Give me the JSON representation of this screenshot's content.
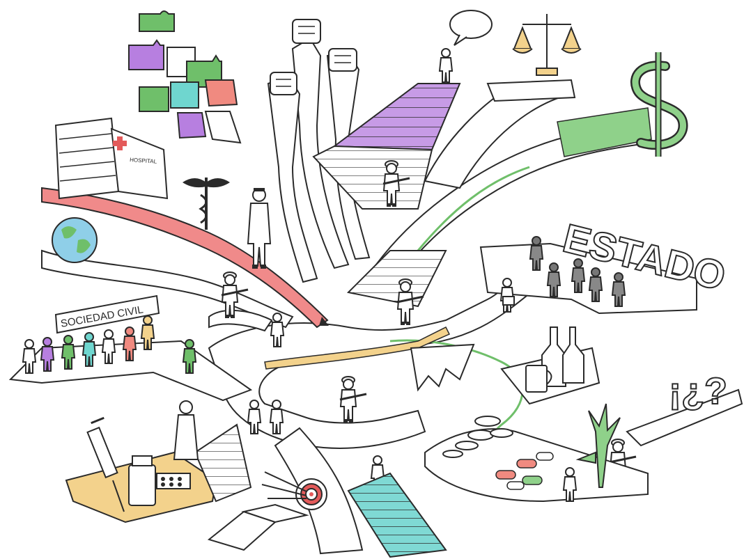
{
  "illustration": {
    "signs": {
      "civil_society": "SOCIEDAD CIVIL",
      "state": "ESTADO",
      "hospital": "HOSPITAL",
      "question_marks": "¡¿?"
    },
    "colors": {
      "health_path": "#f08a8a",
      "protest_stairs": "#c79be6",
      "money_path": "#8fd18a",
      "education_stairs": "#7fd9d4",
      "medicine_platform": "#f3d28c",
      "puzzle_green": "#6fbf6a",
      "puzzle_purple": "#b77fe0",
      "puzzle_teal": "#6fd6cf",
      "puzzle_red": "#f08a80",
      "ink": "#2a2a2a"
    },
    "icons": [
      "puzzle-pieces-icon",
      "raised-fists-icon",
      "speech-bubble-icon",
      "scales-of-justice-icon",
      "dollar-sign-icon",
      "hospital-icon",
      "caduceus-icon",
      "globe-icon",
      "syringe-icon",
      "medicine-bottle-icon",
      "pills-icon",
      "bottles-icon",
      "beer-mug-icon",
      "coins-icon",
      "cannabis-leaf-icon",
      "dartboard-target-icon",
      "open-book-icon"
    ]
  }
}
